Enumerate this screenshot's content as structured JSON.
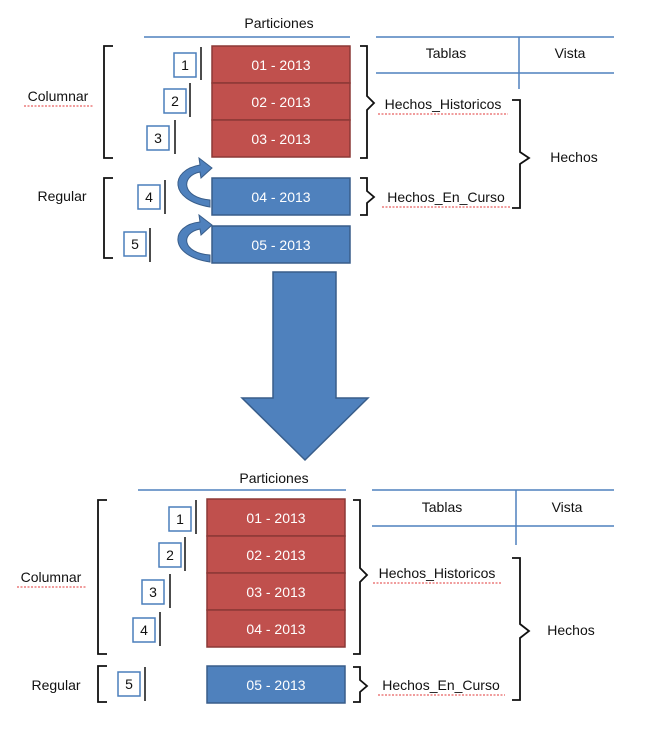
{
  "colors": {
    "historic_partition": "#c0504d",
    "historic_border": "#8c3836",
    "current_partition": "#4f81bd",
    "current_border": "#385d8a",
    "number_box_border": "#4a7ebb",
    "arrow_fill": "#4f81bd",
    "arrow_stroke": "#385d8a",
    "rule_line": "#4f81bd"
  },
  "top": {
    "partitions_header": "Particiones",
    "group_columnar": "Columnar",
    "group_regular": "Regular",
    "partitions": [
      {
        "label": "01 - 2013",
        "kind": "historic",
        "number": "1"
      },
      {
        "label": "02 - 2013",
        "kind": "historic",
        "number": "2"
      },
      {
        "label": "03 - 2013",
        "kind": "historic",
        "number": "3"
      },
      {
        "label": "04 - 2013",
        "kind": "current",
        "number": "4"
      },
      {
        "label": "05 - 2013",
        "kind": "current",
        "number": "5"
      }
    ],
    "table_header_tables": "Tablas",
    "table_header_view": "Vista",
    "table_historic": "Hechos_Historicos",
    "table_current": "Hechos_En_Curso",
    "view_name": "Hechos"
  },
  "bottom": {
    "partitions_header": "Particiones",
    "group_columnar": "Columnar",
    "group_regular": "Regular",
    "partitions": [
      {
        "label": "01 - 2013",
        "kind": "historic",
        "number": "1"
      },
      {
        "label": "02 - 2013",
        "kind": "historic",
        "number": "2"
      },
      {
        "label": "03 - 2013",
        "kind": "historic",
        "number": "3"
      },
      {
        "label": "04 - 2013",
        "kind": "historic",
        "number": "4"
      },
      {
        "label": "05 - 2013",
        "kind": "current",
        "number": "5"
      }
    ],
    "table_header_tables": "Tablas",
    "table_header_view": "Vista",
    "table_historic": "Hechos_Historicos",
    "table_current": "Hechos_En_Curso",
    "view_name": "Hechos"
  },
  "transition_arrow": "down-arrow-icon"
}
